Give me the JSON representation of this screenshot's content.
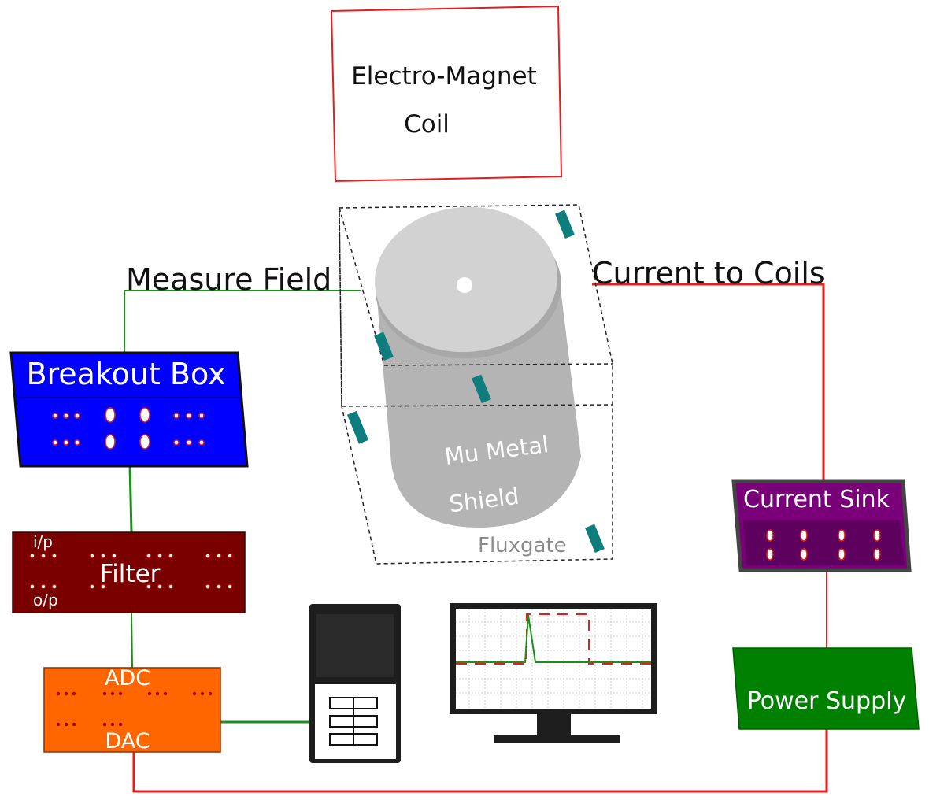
{
  "coil": {
    "line1": "Electro-Magnet",
    "line2": "Coil"
  },
  "labels": {
    "measure_field": "Measure Field",
    "current_to_coils": "Current to Coils"
  },
  "shield": {
    "line1": "Mu Metal",
    "line2": "Shield",
    "fluxgate": "Fluxgate"
  },
  "breakout": {
    "title": "Breakout Box"
  },
  "filter": {
    "title": "Filter",
    "input": "i/p",
    "output": "o/p"
  },
  "adc_dac": {
    "adc": "ADC",
    "dac": "DAC"
  },
  "current_sink": {
    "title": "Current Sink"
  },
  "power_supply": {
    "title": "Power Supply"
  },
  "colors": {
    "breakout": "#0000ff",
    "filter": "#7a0000",
    "adc": "#ff6600",
    "sink": "#7a007a",
    "power": "#008000",
    "green_wire": "#1a8f1a",
    "red_wire": "#e81c1c",
    "fluxgate_sensor": "#0f7d7d"
  }
}
